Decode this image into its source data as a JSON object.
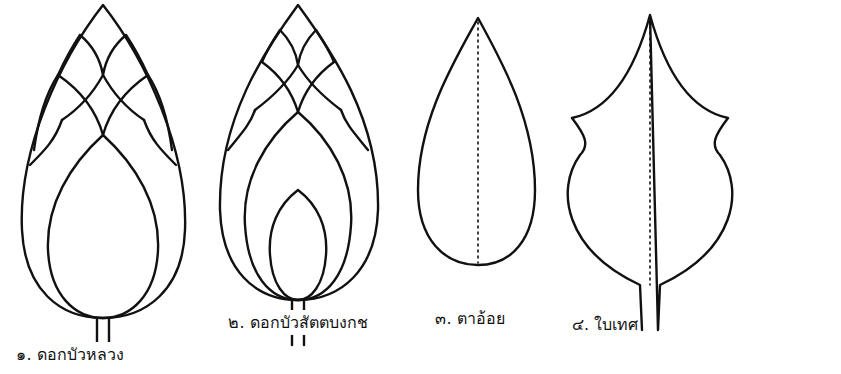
{
  "diagram": {
    "labels": [
      "๑. ดอกบัวหลวง",
      "๒. ดอกบัวสัตตบงกช",
      "๓. ตาอ้อย",
      "๔. ใบเทศ"
    ]
  }
}
